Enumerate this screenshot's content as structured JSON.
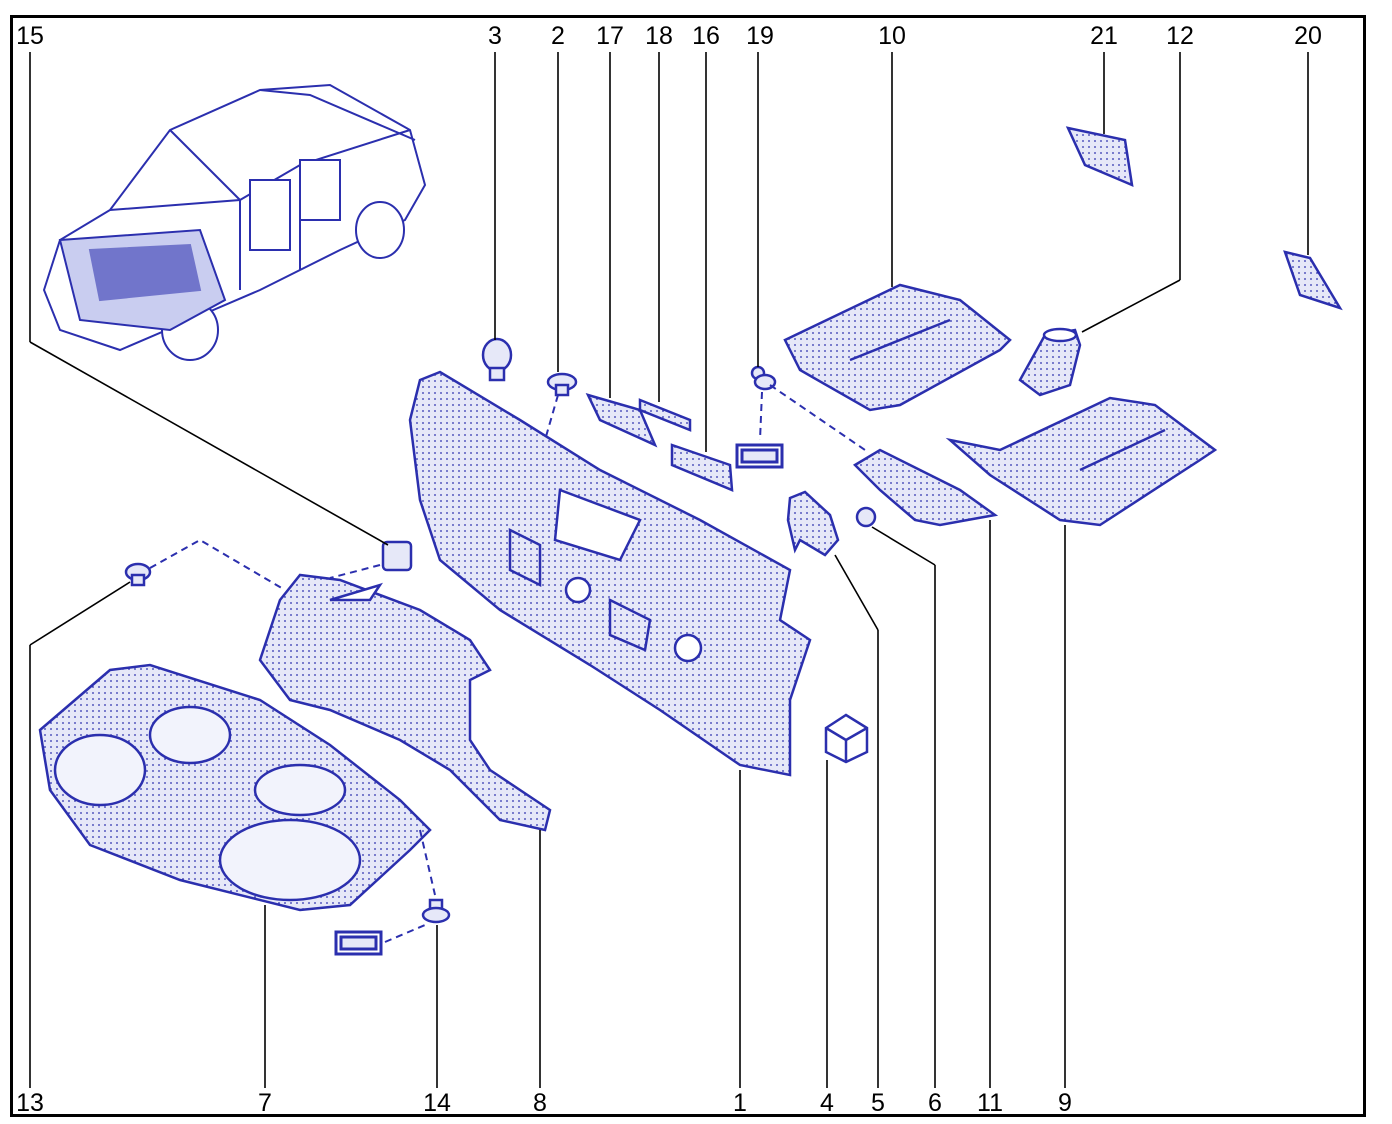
{
  "diagram": {
    "line_color": "#2b2fae",
    "fill_color": "#d9dcf4",
    "leader_color": "#000000",
    "top_labels": [
      "15",
      "3",
      "2",
      "17",
      "18",
      "16",
      "19",
      "10",
      "21",
      "12",
      "20"
    ],
    "bottom_labels": [
      "13",
      "7",
      "14",
      "8",
      "1",
      "4",
      "5",
      "6",
      "11",
      "9"
    ]
  }
}
